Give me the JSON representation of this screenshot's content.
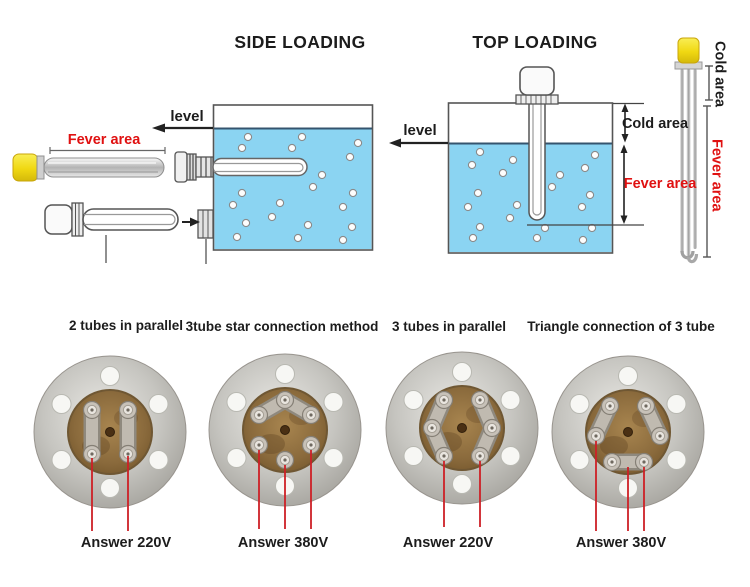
{
  "side_loading": {
    "title": "SIDE LOADING",
    "level_label": "level",
    "fever_area_label": "Fever area"
  },
  "top_loading": {
    "title": "TOP LOADING",
    "level_label": "level",
    "cold_area_label": "Cold area",
    "fever_area_label": "Fever area"
  },
  "element_photo": {
    "cold_area_label": "Cold area",
    "fever_area_label": "Fever area"
  },
  "connections": [
    {
      "label": "2 tubes in parallel",
      "answer": "Answer 220V",
      "type": "2-tubes-parallel",
      "leader_lines": 2
    },
    {
      "label": "3tube star connection method",
      "answer": "Answer 380V",
      "type": "3-tube-star",
      "leader_lines": 3
    },
    {
      "label": "3 tubes in parallel",
      "answer": "Answer 220V",
      "type": "3-tubes-parallel",
      "leader_lines": 2
    },
    {
      "label": "Triangle connection of 3 tube",
      "answer": "Answer 380V",
      "type": "3-tube-triangle",
      "leader_lines": 3
    }
  ],
  "colors": {
    "water_blue": "#8bd4f2",
    "accent_red": "#e01111",
    "leader_red": "#cd2026",
    "cap_yellow": "#f0d812"
  }
}
